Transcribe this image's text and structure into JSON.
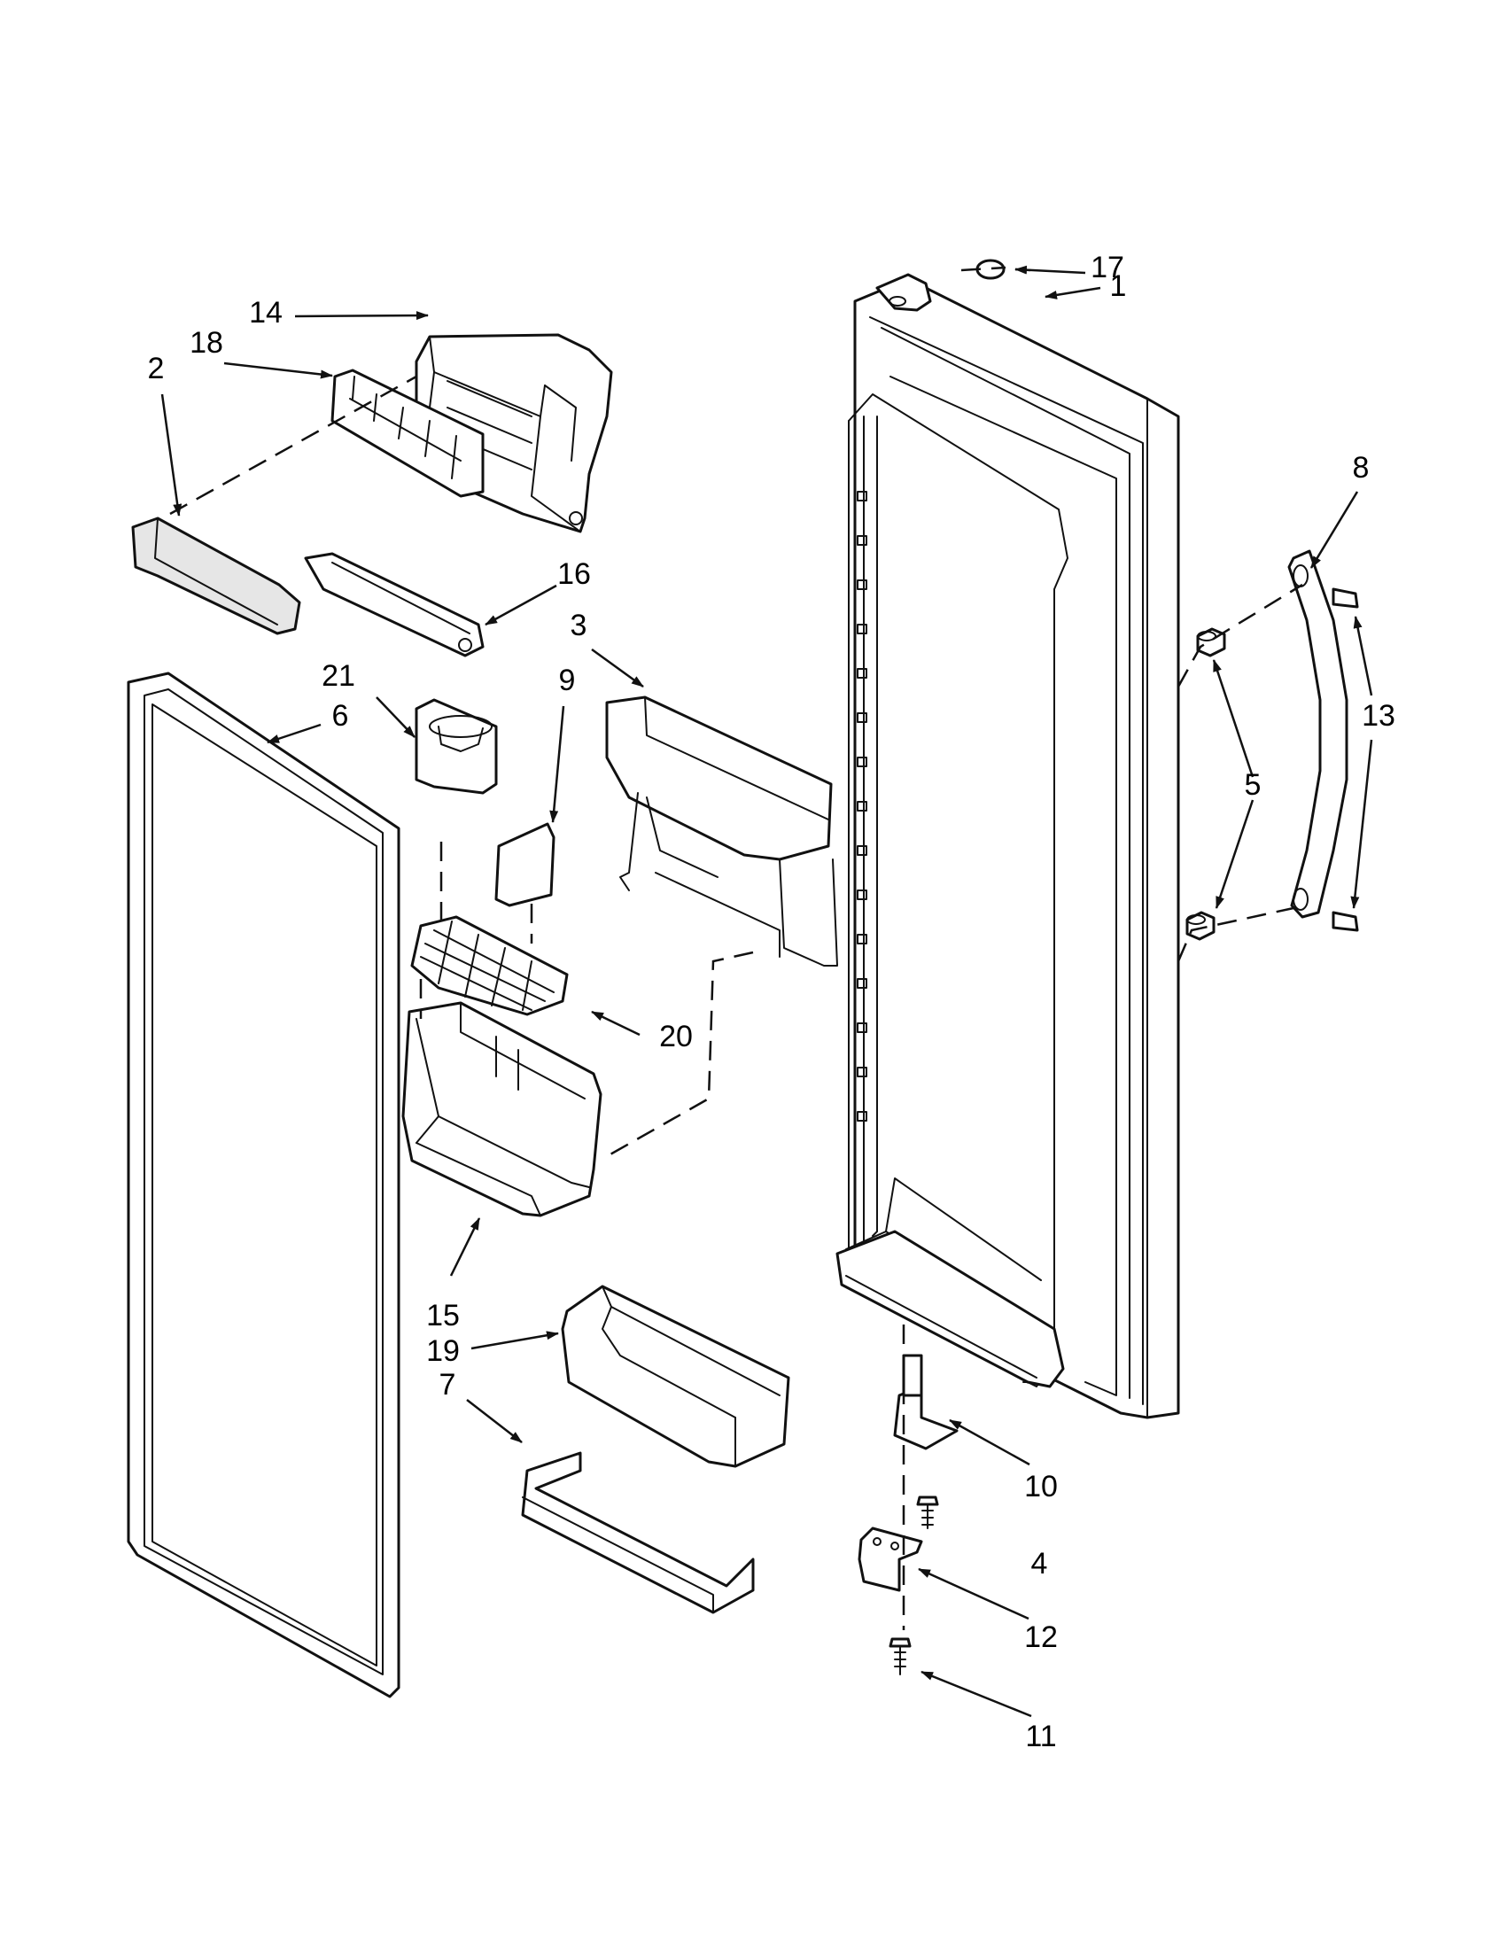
{
  "callouts": [
    {
      "id": "1",
      "label": "1"
    },
    {
      "id": "2",
      "label": "2"
    },
    {
      "id": "3",
      "label": "3"
    },
    {
      "id": "4",
      "label": "4"
    },
    {
      "id": "5",
      "label": "5"
    },
    {
      "id": "6",
      "label": "6"
    },
    {
      "id": "7",
      "label": "7"
    },
    {
      "id": "8",
      "label": "8"
    },
    {
      "id": "9",
      "label": "9"
    },
    {
      "id": "10",
      "label": "10"
    },
    {
      "id": "11",
      "label": "11"
    },
    {
      "id": "12",
      "label": "12"
    },
    {
      "id": "13",
      "label": "13"
    },
    {
      "id": "14",
      "label": "14"
    },
    {
      "id": "15",
      "label": "15"
    },
    {
      "id": "16",
      "label": "16"
    },
    {
      "id": "17",
      "label": "17"
    },
    {
      "id": "18",
      "label": "18"
    },
    {
      "id": "19",
      "label": "19"
    },
    {
      "id": "20",
      "label": "20"
    },
    {
      "id": "21",
      "label": "21"
    }
  ]
}
